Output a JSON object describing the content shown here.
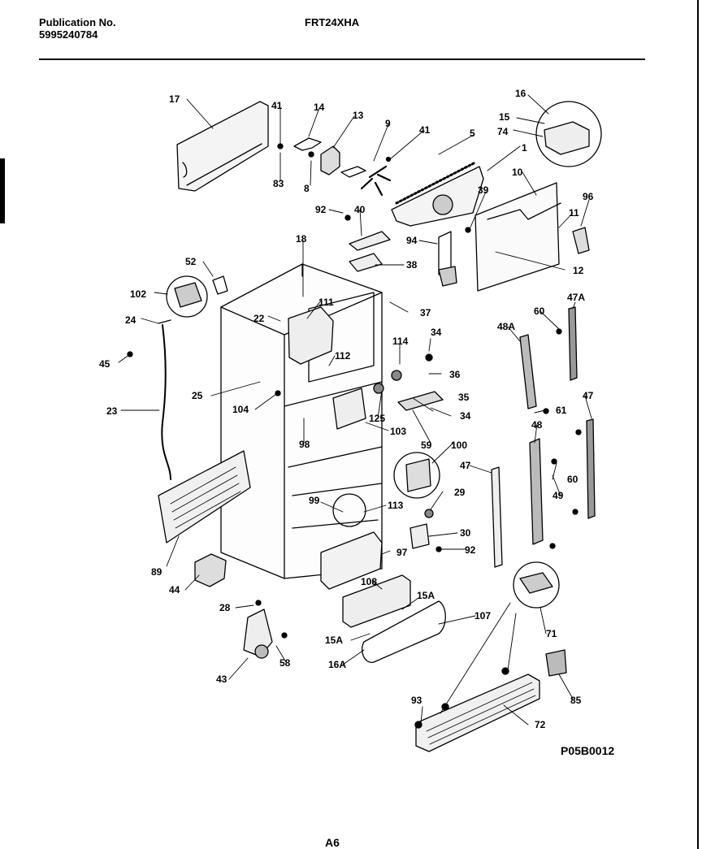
{
  "header": {
    "publication_label": "Publication No.",
    "publication_number": "5995240784",
    "model": "FRT24XHA"
  },
  "footer": {
    "reference_code": "P05B0012",
    "page_number": "A6"
  },
  "callouts": [
    "17",
    "41",
    "14",
    "13",
    "9",
    "41",
    "5",
    "16",
    "15",
    "74",
    "1",
    "83",
    "8",
    "10",
    "39",
    "96",
    "92",
    "40",
    "11",
    "94",
    "18",
    "38",
    "12",
    "52",
    "102",
    "111",
    "37",
    "22",
    "60",
    "47A",
    "24",
    "48A",
    "114",
    "34",
    "45",
    "112",
    "36",
    "25",
    "104",
    "125",
    "35",
    "61",
    "23",
    "34",
    "103",
    "98",
    "59",
    "47",
    "48",
    "100",
    "60",
    "47",
    "29",
    "99",
    "113",
    "49",
    "30",
    "97",
    "92",
    "89",
    "44",
    "108",
    "15A",
    "107",
    "28",
    "15A",
    "71",
    "16A",
    "58",
    "43",
    "93",
    "85",
    "72"
  ]
}
